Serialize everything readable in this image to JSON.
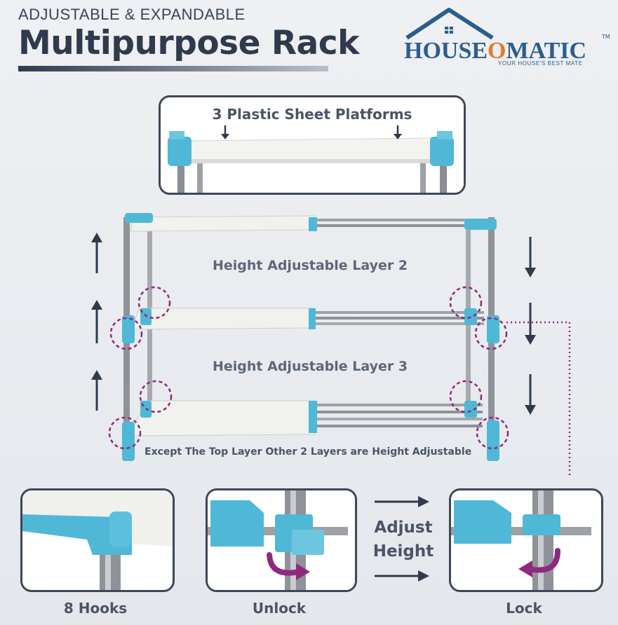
{
  "header": {
    "subtitle": "ADJUSTABLE & EXPANDABLE",
    "title": "Multipurpose Rack"
  },
  "brand": {
    "name_prefix": "H",
    "name_o": "O",
    "name_rest": "USE",
    "name_o2": "O",
    "name_end": "MATIC",
    "tagline": "YOUR HOUSE'S BEST MATE",
    "tm": "TM"
  },
  "top_panel": {
    "label": "3 Plastic Sheet Platforms"
  },
  "rack": {
    "layer2_label": "Height Adjustable Layer 2",
    "layer3_label": "Height Adjustable Layer 3",
    "note": "Except The Top Layer Other 2 Layers are Height Adjustable"
  },
  "bottom": {
    "hooks_caption": "8 Hooks",
    "unlock_caption": "Unlock",
    "lock_caption": "Lock",
    "adjust_line1": "Adjust",
    "adjust_line2": "Height"
  },
  "colors": {
    "accent_blue": "#4fb8d6",
    "dark_navy": "#2f3a4d",
    "highlight_magenta": "#8e2a7e",
    "sheet_white": "#f2f2ee"
  }
}
